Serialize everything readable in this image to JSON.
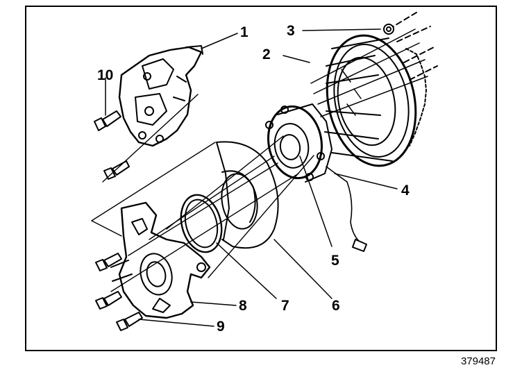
{
  "figure": {
    "id": "379487",
    "callouts": [
      {
        "n": "1"
      },
      {
        "n": "2"
      },
      {
        "n": "3"
      },
      {
        "n": "4"
      },
      {
        "n": "5"
      },
      {
        "n": "6"
      },
      {
        "n": "7"
      },
      {
        "n": "8"
      },
      {
        "n": "9"
      },
      {
        "n": "10"
      }
    ]
  }
}
